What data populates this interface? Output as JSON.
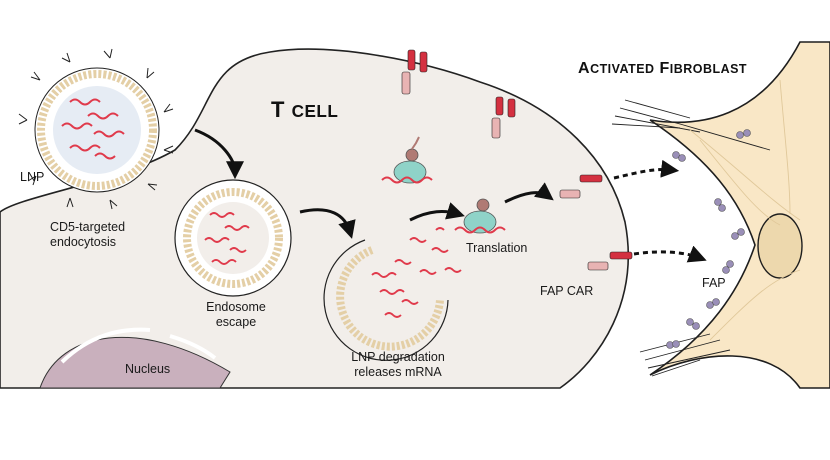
{
  "titles": {
    "t_cell_initial": "T",
    "t_cell_rest": "Cell",
    "fibroblast_initial_1": "A",
    "fibroblast_rest_1": "ctivated",
    "fibroblast_initial_2": "F",
    "fibroblast_rest_2": "ibroblast"
  },
  "labels": {
    "lnp": "LNP",
    "cd5": "CD5-targeted\nendocytosis",
    "endosome": "Endosome\nescape",
    "degradation": "LNP degradation\nreleases mRNA",
    "translation": "Translation",
    "fap_car": "FAP CAR",
    "fap": "FAP",
    "nucleus": "Nucleus"
  },
  "colors": {
    "cell_fill": "#f2eeea",
    "cell_stroke": "#222222",
    "fibroblast_fill": "#f9e7c6",
    "fibroblast_stroke": "#1e1e1e",
    "fibroblast_nucleus": "#edd8ad",
    "nucleus_fill": "#c9b0bd",
    "mrna": "#e03a4b",
    "lipid_head": "#f1e2c4",
    "ribosome_small": "#8fd3c8",
    "ribosome_large": "#b07a74",
    "car_light": "#e8b3b3",
    "car_dark": "#d43040",
    "fap_protein": "#9a8fb8"
  }
}
